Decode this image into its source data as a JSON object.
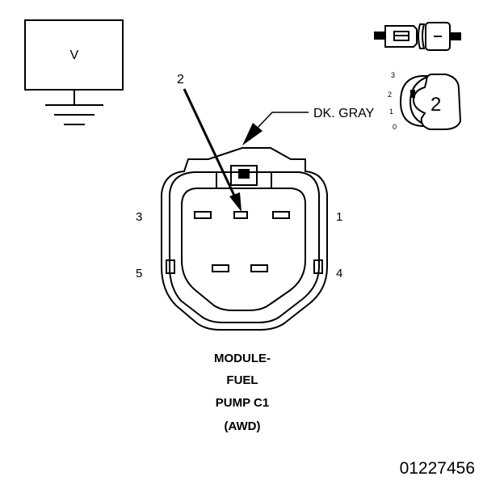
{
  "meter": {
    "label": "V"
  },
  "callout": {
    "pin_label": "2"
  },
  "wire": {
    "color_label": "DK. GRAY"
  },
  "pins": {
    "p1": "1",
    "p3": "3",
    "p4": "4",
    "p5": "5"
  },
  "terminal_view": {
    "number": "2",
    "scale": [
      "3",
      "2",
      "1",
      "0"
    ]
  },
  "caption": {
    "line1": "MODULE-",
    "line2": "FUEL",
    "line3": "PUMP C1",
    "line4": "(AWD)"
  },
  "figure_code": "01227456"
}
